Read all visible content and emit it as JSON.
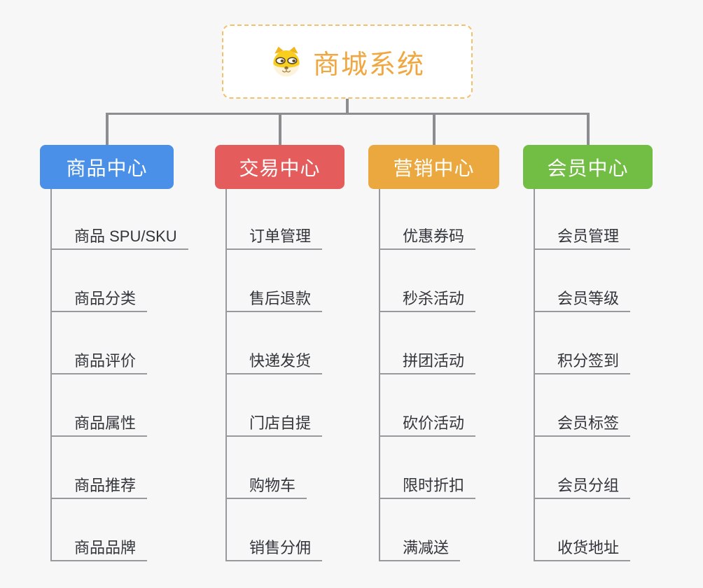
{
  "root": {
    "title": "商城系统",
    "text_color": "#f0a73f",
    "border_color": "#f3c06b",
    "icon": "doge-icon"
  },
  "branches": [
    {
      "label": "商品中心",
      "color": "#4a90e8",
      "children": [
        "商品 SPU/SKU",
        "商品分类",
        "商品评价",
        "商品属性",
        "商品推荐",
        "商品品牌"
      ]
    },
    {
      "label": "交易中心",
      "color": "#e45c5c",
      "children": [
        "订单管理",
        "售后退款",
        "快递发货",
        "门店自提",
        "购物车",
        "销售分佣"
      ]
    },
    {
      "label": "营销中心",
      "color": "#eba83e",
      "children": [
        "优惠券码",
        "秒杀活动",
        "拼团活动",
        "砍价活动",
        "限时折扣",
        "满减送"
      ]
    },
    {
      "label": "会员中心",
      "color": "#72be44",
      "children": [
        "会员管理",
        "会员等级",
        "积分签到",
        "会员标签",
        "会员分组",
        "收货地址"
      ]
    }
  ],
  "colors": {
    "connector": "#8c8d90",
    "leaf_line": "#98999c",
    "leaf_text": "#32353a",
    "background": "#f7f7f8"
  }
}
